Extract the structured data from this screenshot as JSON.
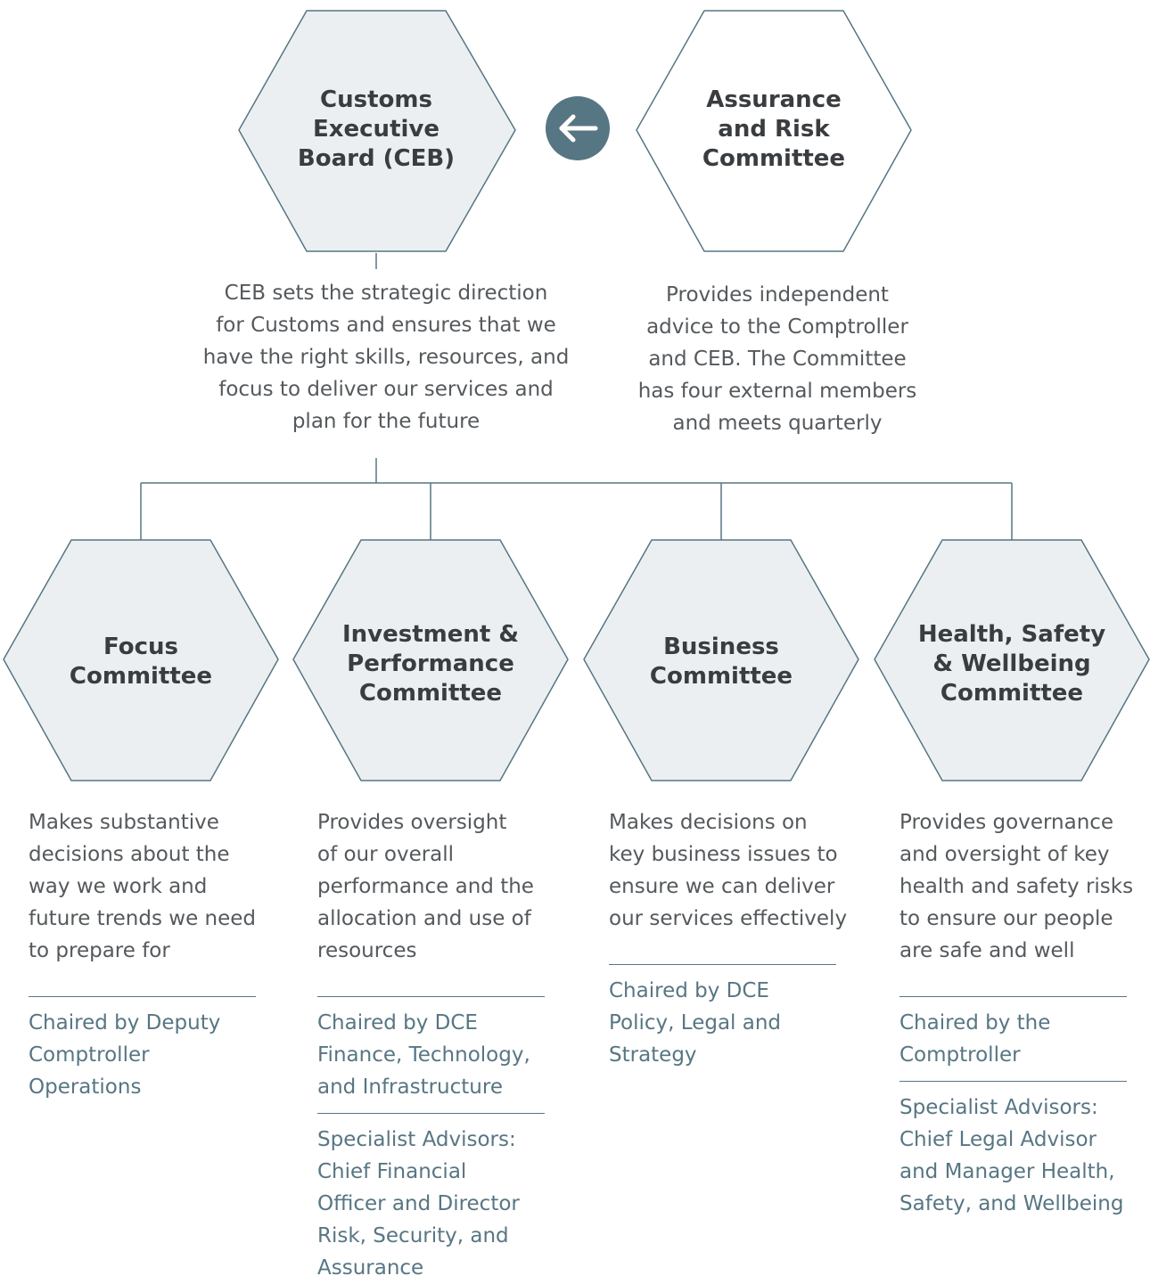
{
  "board": {
    "title_lines": [
      "Customs",
      "Executive",
      "Board (CEB)"
    ],
    "description_lines": [
      "CEB sets the strategic direction",
      "for Customs and ensures that we",
      "have the right skills, resources, and",
      "focus to deliver our services and",
      "plan for the future"
    ]
  },
  "reports_to_icon": "left-arrow-icon",
  "assurance": {
    "title_lines": [
      "Assurance",
      "and Risk",
      "Committee"
    ],
    "description_lines": [
      "Provides independent",
      "advice to the Comptroller",
      "and CEB. The Committee",
      "has four external members",
      "and meets quarterly"
    ]
  },
  "committees": [
    {
      "title_lines": [
        "Focus",
        "Committee"
      ],
      "description_lines": [
        "Makes substantive",
        "decisions about the",
        "way we work and",
        "future trends we need",
        "to prepare for"
      ],
      "chair_lines": [
        "Chaired by Deputy",
        "Comptroller",
        "Operations"
      ],
      "advisor_lines": []
    },
    {
      "title_lines": [
        "Investment &",
        "Performance",
        "Committee"
      ],
      "description_lines": [
        "Provides oversight",
        "of our overall",
        "performance and the",
        "allocation and use of",
        "resources"
      ],
      "chair_lines": [
        "Chaired by DCE",
        "Finance, Technology,",
        "and Infrastructure"
      ],
      "advisor_lines": [
        "Specialist Advisors:",
        "Chief Financial",
        "Officer and Director",
        "Risk, Security, and",
        "Assurance"
      ]
    },
    {
      "title_lines": [
        "Business",
        "Committee"
      ],
      "description_lines": [
        "Makes decisions on",
        "key business issues to",
        "ensure we can deliver",
        "our services effectively"
      ],
      "chair_lines": [
        "Chaired by DCE",
        "Policy, Legal and",
        "Strategy"
      ],
      "advisor_lines": []
    },
    {
      "title_lines": [
        "Health, Safety",
        "& Wellbeing",
        "Committee"
      ],
      "description_lines": [
        "Provides governance",
        "and oversight of key",
        "health and safety risks",
        "to ensure our people",
        "are safe and well"
      ],
      "chair_lines": [
        "Chaired by the",
        "Comptroller"
      ],
      "advisor_lines": [
        "Specialist Advisors:",
        "Chief Legal Advisor",
        "and Manager Health,",
        "Safety, and Wellbeing"
      ]
    }
  ],
  "colors": {
    "hex_fill": "#eceff2",
    "hex_stroke": "#577683",
    "connector": "#577683",
    "accent": "#577683",
    "title_text": "#3a3d40",
    "body_text": "#55595c"
  }
}
